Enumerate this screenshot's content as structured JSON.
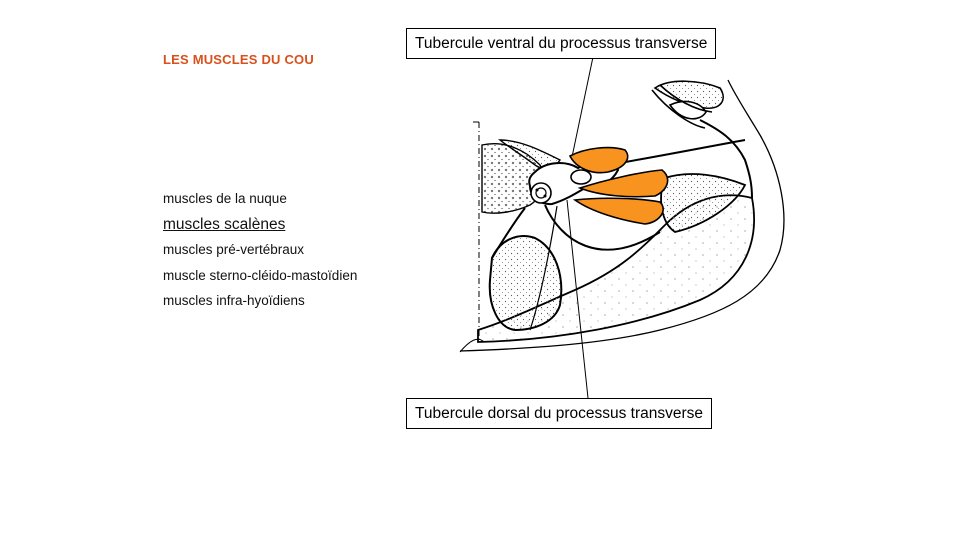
{
  "title": "LES MUSCLES DU COU",
  "menu": [
    {
      "label": "muscles de la nuque",
      "active": false
    },
    {
      "label": "muscles scalènes",
      "active": true
    },
    {
      "label": "muscles pré-vertébraux",
      "active": false
    },
    {
      "label": "muscle sterno-cléido-mastoïdien",
      "active": false
    },
    {
      "label": "muscles infra-hyoïdiens",
      "active": false
    }
  ],
  "callouts": {
    "top": "Tubercule ventral du processus transverse",
    "bottom": "Tubercule dorsal du processus transverse"
  },
  "colors": {
    "title": "#d8511c",
    "scalene_highlight": "#f7931e"
  }
}
